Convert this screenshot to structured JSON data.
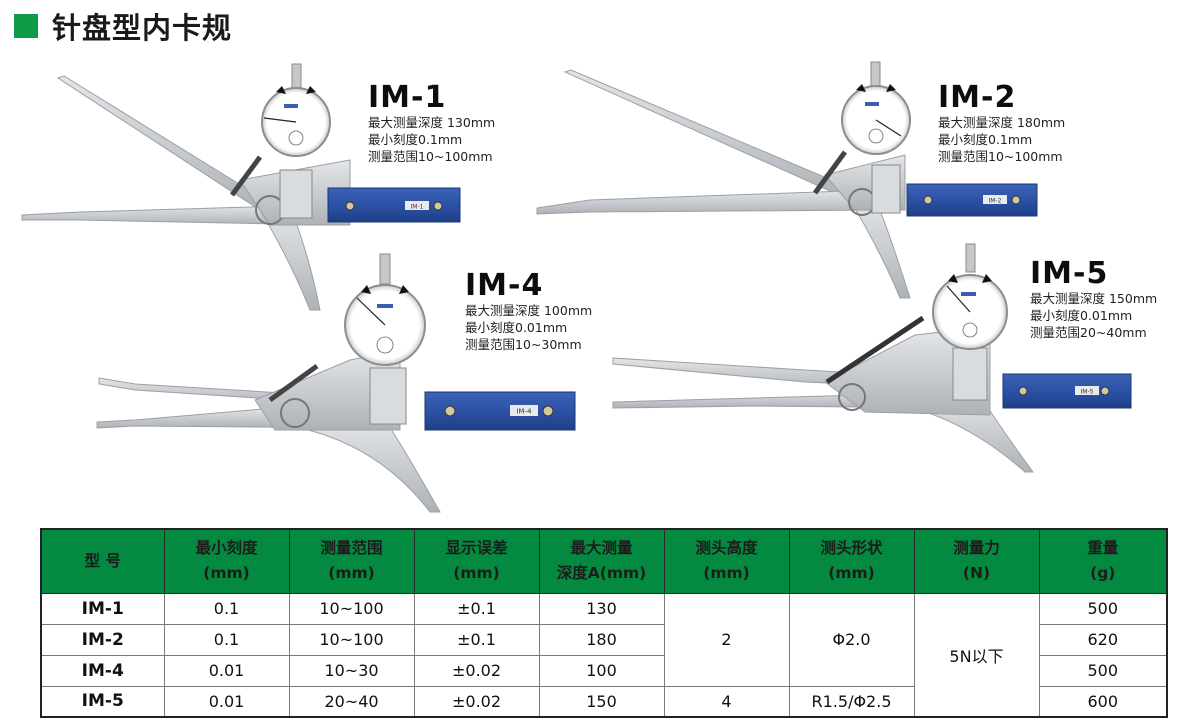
{
  "header": {
    "title": "针盘型内卡规",
    "accent_color": "#0f9a48"
  },
  "products": [
    {
      "model": "IM-1",
      "lines": [
        "最大测量深度 130mm",
        "最小刻度0.1mm",
        "测量范围10~100mm"
      ],
      "handle_label": "IM-1"
    },
    {
      "model": "IM-2",
      "lines": [
        "最大测量深度 180mm",
        "最小刻度0.1mm",
        "测量范围10~100mm"
      ],
      "handle_label": "IM-2"
    },
    {
      "model": "IM-4",
      "lines": [
        "最大测量深度 100mm",
        "最小刻度0.01mm",
        "测量范围10~30mm"
      ],
      "handle_label": "IM-4"
    },
    {
      "model": "IM-5",
      "lines": [
        "最大测量深度 150mm",
        "最小刻度0.01mm",
        "测量范围20~40mm"
      ],
      "handle_label": "IM-5"
    }
  ],
  "table": {
    "header_color": "#048a40",
    "columns": [
      {
        "l1": "型  号",
        "l2": ""
      },
      {
        "l1": "最小刻度",
        "l2": "(mm)"
      },
      {
        "l1": "测量范围",
        "l2": "(mm)"
      },
      {
        "l1": "显示误差",
        "l2": "(mm)"
      },
      {
        "l1": "最大测量",
        "l2": "深度A(mm)"
      },
      {
        "l1": "测头高度",
        "l2": "(mm)"
      },
      {
        "l1": "测头形状",
        "l2": "(mm)"
      },
      {
        "l1": "测量力",
        "l2": "(N)"
      },
      {
        "l1": "重量",
        "l2": "(g)"
      }
    ],
    "rows": [
      {
        "model": "IM-1",
        "min_scale": "0.1",
        "range": "10~100",
        "error": "±0.1",
        "max_depth": "130",
        "weight": "500"
      },
      {
        "model": "IM-2",
        "min_scale": "0.1",
        "range": "10~100",
        "error": "±0.1",
        "max_depth": "180",
        "weight": "620"
      },
      {
        "model": "IM-4",
        "min_scale": "0.01",
        "range": "10~30",
        "error": "±0.02",
        "max_depth": "100",
        "weight": "500"
      },
      {
        "model": "IM-5",
        "min_scale": "0.01",
        "range": "20~40",
        "error": "±0.02",
        "max_depth": "150",
        "weight": "600"
      }
    ],
    "merged": {
      "probe_height_a": "2",
      "probe_height_b": "4",
      "probe_shape_a": "Φ2.0",
      "probe_shape_b": "R1.5/Φ2.5",
      "force": "5N以下"
    }
  }
}
